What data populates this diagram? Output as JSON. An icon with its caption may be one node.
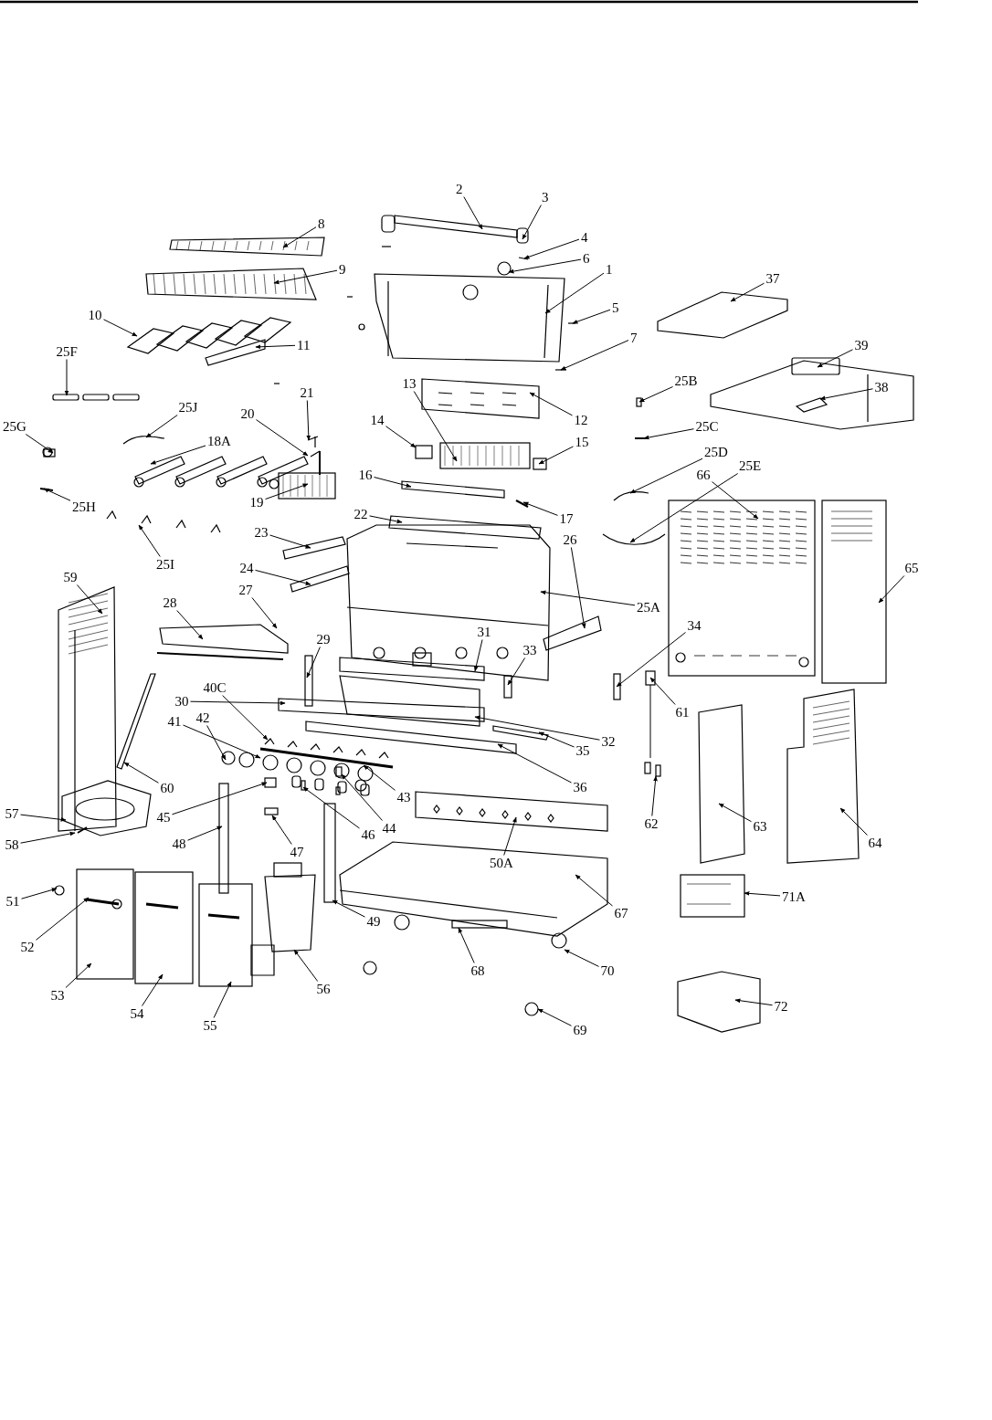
{
  "diagram": {
    "nodes": [
      {
        "text": [
          "2"
        ]
      },
      {
        "text": [
          "3"
        ]
      },
      {
        "text": [
          "4"
        ]
      },
      {
        "text": [
          "6"
        ]
      },
      {
        "text": [
          "8"
        ]
      },
      {
        "text": [
          "9"
        ]
      },
      {
        "text": [
          "1"
        ]
      },
      {
        "text": [
          "5"
        ]
      },
      {
        "text": [
          "37"
        ]
      },
      {
        "text": [
          "10"
        ]
      },
      {
        "text": [
          "11"
        ]
      },
      {
        "text": [
          "7"
        ]
      },
      {
        "text": [
          "39"
        ]
      },
      {
        "text": [
          "38"
        ]
      },
      {
        "text": [
          "25F"
        ]
      },
      {
        "text": [
          "25J"
        ]
      },
      {
        "text": [
          "25B"
        ]
      },
      {
        "text": [
          "12"
        ]
      },
      {
        "text": [
          "21"
        ]
      },
      {
        "text": [
          "25C"
        ]
      },
      {
        "text": [
          "14"
        ]
      },
      {
        "text": [
          "13"
        ]
      },
      {
        "text": [
          "15"
        ]
      },
      {
        "text": [
          "18A"
        ]
      },
      {
        "text": [
          "20"
        ]
      },
      {
        "text": [
          "25G"
        ]
      },
      {
        "text": [
          "19"
        ]
      },
      {
        "text": [
          "25D"
        ]
      },
      {
        "text": [
          "16"
        ]
      },
      {
        "text": [
          "17"
        ]
      },
      {
        "text": [
          "25H"
        ]
      },
      {
        "text": [
          "22"
        ]
      },
      {
        "text": [
          "25E"
        ]
      },
      {
        "text": [
          "66"
        ]
      },
      {
        "text": [
          "65"
        ]
      },
      {
        "text": [
          "25I"
        ]
      },
      {
        "text": [
          "23"
        ]
      },
      {
        "text": [
          "24"
        ]
      },
      {
        "text": [
          "59"
        ]
      },
      {
        "text": [
          "28"
        ]
      },
      {
        "text": [
          "27"
        ]
      },
      {
        "text": [
          "25A"
        ]
      },
      {
        "text": [
          "26"
        ]
      },
      {
        "text": [
          "29"
        ]
      },
      {
        "text": [
          "31"
        ]
      },
      {
        "text": [
          "33"
        ]
      },
      {
        "text": [
          "30"
        ]
      },
      {
        "text": [
          "32"
        ]
      },
      {
        "text": [
          "61"
        ]
      },
      {
        "text": [
          "34"
        ]
      },
      {
        "text": [
          "40C"
        ]
      },
      {
        "text": [
          "41"
        ]
      },
      {
        "text": [
          "42"
        ]
      },
      {
        "text": [
          "43"
        ]
      },
      {
        "text": [
          "36"
        ]
      },
      {
        "text": [
          "35"
        ]
      },
      {
        "text": [
          "45"
        ]
      },
      {
        "text": [
          "44"
        ]
      },
      {
        "text": [
          "46"
        ]
      },
      {
        "text": [
          "50A"
        ]
      },
      {
        "text": [
          "57"
        ]
      },
      {
        "text": [
          "58"
        ]
      },
      {
        "text": [
          "48"
        ]
      },
      {
        "text": [
          "47"
        ]
      },
      {
        "text": [
          "62"
        ]
      },
      {
        "text": [
          "63"
        ]
      },
      {
        "text": [
          "64"
        ]
      },
      {
        "text": [
          "71A"
        ]
      },
      {
        "text": [
          "67"
        ]
      },
      {
        "text": [
          "51"
        ]
      },
      {
        "text": [
          "52"
        ]
      },
      {
        "text": [
          "49"
        ]
      },
      {
        "text": [
          "53"
        ]
      },
      {
        "text": [
          "54"
        ]
      },
      {
        "text": [
          "55"
        ]
      },
      {
        "text": [
          "56"
        ]
      },
      {
        "text": [
          "68"
        ]
      },
      {
        "text": [
          "70"
        ]
      },
      {
        "text": [
          "72"
        ]
      },
      {
        "text": [
          "69"
        ]
      },
      {
        "text": [
          "60"
        ]
      }
    ],
    "edges": [
      {
        "from": 0,
        "to": null,
        "arrow": "to"
      },
      {
        "from": 1,
        "to": null,
        "arrow": "to"
      },
      {
        "from": 2,
        "to": null,
        "arrow": "to"
      },
      {
        "from": 3,
        "to": null,
        "arrow": "to"
      },
      {
        "from": 4,
        "to": null,
        "arrow": "to"
      },
      {
        "from": 5,
        "to": null,
        "arrow": "to"
      },
      {
        "from": 6,
        "to": null,
        "arrow": "to"
      },
      {
        "from": 7,
        "to": null,
        "arrow": "to"
      },
      {
        "from": 8,
        "to": null,
        "arrow": "to"
      },
      {
        "from": 9,
        "to": null,
        "arrow": "to"
      },
      {
        "from": 10,
        "to": null,
        "arrow": "to"
      },
      {
        "from": 11,
        "to": null,
        "arrow": "to"
      },
      {
        "from": 12,
        "to": null,
        "arrow": "to"
      },
      {
        "from": 13,
        "to": null,
        "arrow": "to"
      },
      {
        "from": 14,
        "to": null,
        "arrow": "to"
      },
      {
        "from": 15,
        "to": null,
        "arrow": "to"
      },
      {
        "from": 16,
        "to": null,
        "arrow": "to"
      },
      {
        "from": 17,
        "to": null,
        "arrow": "to"
      },
      {
        "from": 18,
        "to": null,
        "arrow": "to"
      },
      {
        "from": 19,
        "to": null,
        "arrow": "to"
      },
      {
        "from": 20,
        "to": null,
        "arrow": "to"
      },
      {
        "from": 21,
        "to": null,
        "arrow": "to"
      },
      {
        "from": 22,
        "to": null,
        "arrow": "to"
      },
      {
        "from": 23,
        "to": null,
        "arrow": "to"
      },
      {
        "from": 24,
        "to": null,
        "arrow": "to"
      },
      {
        "from": 25,
        "to": null,
        "arrow": "to"
      },
      {
        "from": 26,
        "to": null,
        "arrow": "to"
      },
      {
        "from": 27,
        "to": null,
        "arrow": "to"
      },
      {
        "from": 28,
        "to": null,
        "arrow": "to"
      },
      {
        "from": 29,
        "to": null,
        "arrow": "to"
      },
      {
        "from": 30,
        "to": null,
        "arrow": "to"
      },
      {
        "from": 31,
        "to": null,
        "arrow": "to"
      },
      {
        "from": 32,
        "to": null,
        "arrow": "to"
      },
      {
        "from": 33,
        "to": null,
        "arrow": "to"
      },
      {
        "from": 34,
        "to": null,
        "arrow": "to"
      },
      {
        "from": 35,
        "to": null,
        "arrow": "to"
      },
      {
        "from": 36,
        "to": null,
        "arrow": "to"
      },
      {
        "from": 37,
        "to": null,
        "arrow": "to"
      },
      {
        "from": 38,
        "to": null,
        "arrow": "to"
      },
      {
        "from": 39,
        "to": null,
        "arrow": "to"
      },
      {
        "from": 40,
        "to": null,
        "arrow": "to"
      },
      {
        "from": 41,
        "to": null,
        "arrow": "to"
      },
      {
        "from": 42,
        "to": null,
        "arrow": "to"
      },
      {
        "from": 43,
        "to": null,
        "arrow": "to"
      },
      {
        "from": 44,
        "to": null,
        "arrow": "to"
      },
      {
        "from": 45,
        "to": null,
        "arrow": "to"
      },
      {
        "from": 46,
        "to": null,
        "arrow": "to"
      },
      {
        "from": 47,
        "to": null,
        "arrow": "to"
      },
      {
        "from": 48,
        "to": null,
        "arrow": "to"
      },
      {
        "from": 49,
        "to": null,
        "arrow": "to"
      },
      {
        "from": 50,
        "to": null,
        "arrow": "to"
      },
      {
        "from": 51,
        "to": null,
        "arrow": "to"
      },
      {
        "from": 52,
        "to": null,
        "arrow": "to"
      },
      {
        "from": 53,
        "to": null,
        "arrow": "to"
      },
      {
        "from": 54,
        "to": null,
        "arrow": "to"
      },
      {
        "from": 55,
        "to": null,
        "arrow": "to"
      },
      {
        "from": 56,
        "to": null,
        "arrow": "to"
      },
      {
        "from": 57,
        "to": null,
        "arrow": "to"
      },
      {
        "from": 58,
        "to": null,
        "arrow": "to"
      },
      {
        "from": 59,
        "to": null,
        "arrow": "to"
      },
      {
        "from": 60,
        "to": null,
        "arrow": "to"
      },
      {
        "from": 61,
        "to": null,
        "arrow": "to"
      },
      {
        "from": 62,
        "to": null,
        "arrow": "to"
      },
      {
        "from": 63,
        "to": null,
        "arrow": "to"
      },
      {
        "from": 64,
        "to": null,
        "arrow": "to"
      },
      {
        "from": 65,
        "to": null,
        "arrow": "to"
      },
      {
        "from": 66,
        "to": null,
        "arrow": "to"
      },
      {
        "from": 67,
        "to": null,
        "arrow": "to"
      },
      {
        "from": 68,
        "to": null,
        "arrow": "to"
      },
      {
        "from": 69,
        "to": null,
        "arrow": "to"
      },
      {
        "from": 70,
        "to": null,
        "arrow": "to"
      },
      {
        "from": 71,
        "to": null,
        "arrow": "to"
      },
      {
        "from": 72,
        "to": null,
        "arrow": "to"
      },
      {
        "from": 73,
        "to": null,
        "arrow": "to"
      },
      {
        "from": 74,
        "to": null,
        "arrow": "to"
      },
      {
        "from": 75,
        "to": null,
        "arrow": "to"
      },
      {
        "from": 76,
        "to": null,
        "arrow": "to"
      },
      {
        "from": 77,
        "to": null,
        "arrow": "to"
      },
      {
        "from": 78,
        "to": null,
        "arrow": "to"
      },
      {
        "from": 79,
        "to": null,
        "arrow": "to"
      },
      {
        "from": 80,
        "to": null,
        "arrow": "to"
      }
    ]
  }
}
